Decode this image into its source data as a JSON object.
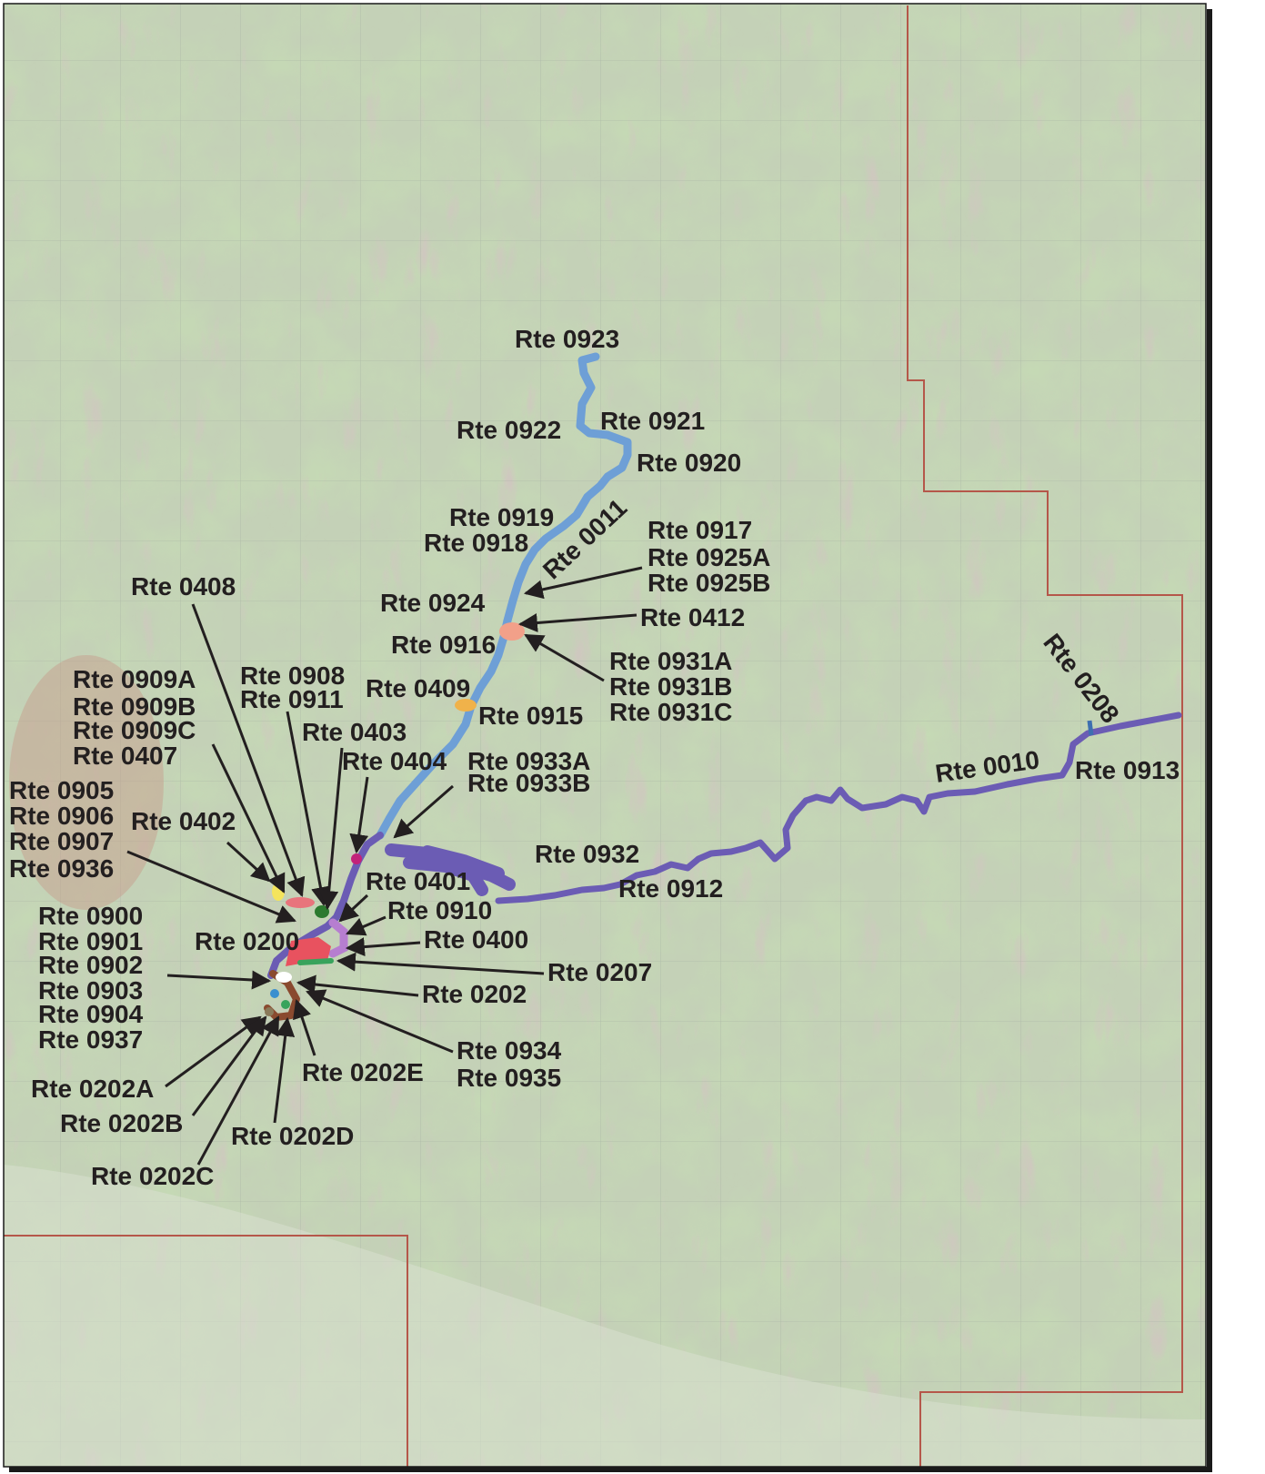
{
  "colors": {
    "terrain_base": "#b9c9ad",
    "terrain_light": "#d2dcc6",
    "forest": "#8fb276",
    "ridge": "#a89e8f",
    "boundary": "#b5574a",
    "grid": "#9aa39a",
    "route_0011": "#6e9fd6",
    "route_0010": "#6b5cb4",
    "route_0200": "#e8525f",
    "route_0409": "#f0b24a",
    "route_0412": "#f2a089",
    "route_0402": "#f4e45c",
    "route_0403": "#c2237a",
    "route_0408": "#e8747c",
    "route_0910": "#b67ed0",
    "route_0908": "#2c7a2f",
    "route_0207": "#38a35c",
    "route_0202": "#8a4a2f",
    "route_0202E": "#3a8fcf",
    "label_text": "#231f20"
  },
  "route_labels": {
    "r0923": "Rte 0923",
    "r0922": "Rte 0922",
    "r0921": "Rte 0921",
    "r0920": "Rte 0920",
    "r0011": "Rte 0011",
    "r0919": "Rte 0919",
    "r0918": "Rte 0918",
    "r0917": "Rte 0917",
    "r0925A": "Rte 0925A",
    "r0925B": "Rte 0925B",
    "r0924": "Rte 0924",
    "r0412": "Rte 0412",
    "r0916": "Rte 0916",
    "r0931A": "Rte 0931A",
    "r0931B": "Rte 0931B",
    "r0931C": "Rte 0931C",
    "r0408": "Rte 0408",
    "r0908": "Rte 0908",
    "r0911": "Rte 0911",
    "r0409": "Rte 0409",
    "r0915": "Rte 0915",
    "r0909A": "Rte 0909A",
    "r0909B": "Rte 0909B",
    "r0909C": "Rte 0909C",
    "r0407": "Rte 0407",
    "r0403": "Rte 0403",
    "r0404": "Rte 0404",
    "r0933A": "Rte 0933A",
    "r0933B": "Rte 0933B",
    "r0208": "Rte 0208",
    "r0010": "Rte 0010",
    "r0913": "Rte 0913",
    "r0905": "Rte 0905",
    "r0906": "Rte 0906",
    "r0907": "Rte 0907",
    "r0936": "Rte 0936",
    "r0402": "Rte 0402",
    "r0932": "Rte 0932",
    "r0401": "Rte 0401",
    "r0912": "Rte 0912",
    "r0910": "Rte 0910",
    "r0900": "Rte 0900",
    "r0901": "Rte 0901",
    "r0902": "Rte 0902",
    "r0903": "Rte 0903",
    "r0904": "Rte 0904",
    "r0937": "Rte 0937",
    "r0200": "Rte 0200",
    "r0400": "Rte 0400",
    "r0207": "Rte 0207",
    "r0202": "Rte 0202",
    "r0934": "Rte 0934",
    "r0935": "Rte 0935",
    "r0202E": "Rte 0202E",
    "r0202A": "Rte 0202A",
    "r0202B": "Rte 0202B",
    "r0202D": "Rte 0202D",
    "r0202C": "Rte 0202C"
  }
}
